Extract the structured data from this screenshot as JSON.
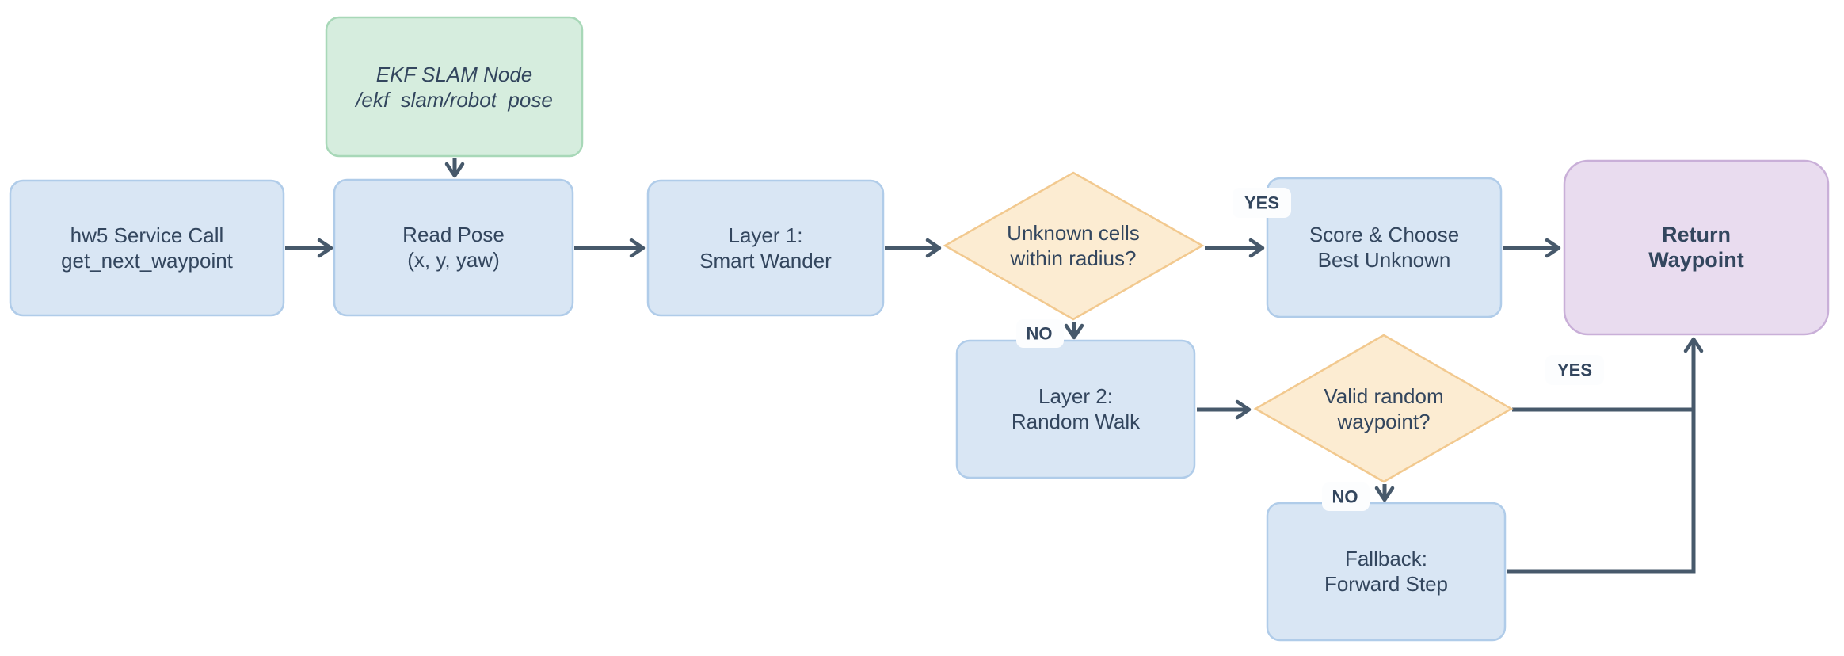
{
  "diagram": {
    "type": "flowchart",
    "background": "#ffffff",
    "edge_color": "#47596b",
    "node_text_color": "#33465e",
    "label_text_color": "#1d3250",
    "label_chip_color": "#fcfdfe",
    "nodes": {
      "ekf_slam": {
        "line1": "EKF SLAM Node",
        "line2": "/ekf_slam/robot_pose",
        "shape": "rounded-rect",
        "fill": "#d6edde",
        "stroke": "#a8d8b8",
        "italic": true
      },
      "hw5": {
        "line1": "hw5 Service Call",
        "line2": "get_next_waypoint",
        "shape": "rounded-rect",
        "fill": "#d9e6f4",
        "stroke": "#b0cce9"
      },
      "read_pose": {
        "line1": "Read Pose",
        "line2": "(x, y, yaw)",
        "shape": "rounded-rect",
        "fill": "#d9e6f4",
        "stroke": "#b0cce9"
      },
      "layer1": {
        "line1": "Layer 1:",
        "line2": "Smart Wander",
        "shape": "rounded-rect",
        "fill": "#d9e6f4",
        "stroke": "#b0cce9"
      },
      "unknown_cells": {
        "line1": "Unknown cells",
        "line2": "within radius?",
        "shape": "diamond",
        "fill": "#fcecd2",
        "stroke": "#f2c98f"
      },
      "score": {
        "line1": "Score & Choose",
        "line2": "Best Unknown",
        "shape": "rounded-rect",
        "fill": "#d9e6f4",
        "stroke": "#b0cce9"
      },
      "return_waypoint": {
        "line1": "Return",
        "line2": "Waypoint",
        "shape": "rounded-rect",
        "fill": "#e9dcef",
        "stroke": "#c9afd8",
        "bold": true
      },
      "layer2": {
        "line1": "Layer 2:",
        "line2": "Random Walk",
        "shape": "rounded-rect",
        "fill": "#d9e6f4",
        "stroke": "#b0cce9"
      },
      "valid_random": {
        "line1": "Valid random",
        "line2": "waypoint?",
        "shape": "diamond",
        "fill": "#fcecd2",
        "stroke": "#f2c98f"
      },
      "fallback": {
        "line1": "Fallback:",
        "line2": "Forward Step",
        "shape": "rounded-rect",
        "fill": "#d9e6f4",
        "stroke": "#b0cce9"
      }
    },
    "edges": [
      {
        "from": "hw5",
        "to": "read_pose",
        "label": ""
      },
      {
        "from": "ekf_slam",
        "to": "read_pose",
        "label": ""
      },
      {
        "from": "read_pose",
        "to": "layer1",
        "label": ""
      },
      {
        "from": "layer1",
        "to": "unknown_cells",
        "label": ""
      },
      {
        "from": "unknown_cells",
        "to": "score",
        "label": "YES"
      },
      {
        "from": "score",
        "to": "return_waypoint",
        "label": ""
      },
      {
        "from": "unknown_cells",
        "to": "layer2",
        "label": "NO"
      },
      {
        "from": "layer2",
        "to": "valid_random",
        "label": ""
      },
      {
        "from": "valid_random",
        "to": "return_waypoint",
        "label": "YES"
      },
      {
        "from": "valid_random",
        "to": "fallback",
        "label": "NO"
      },
      {
        "from": "fallback",
        "to": "return_waypoint",
        "label": ""
      }
    ]
  }
}
